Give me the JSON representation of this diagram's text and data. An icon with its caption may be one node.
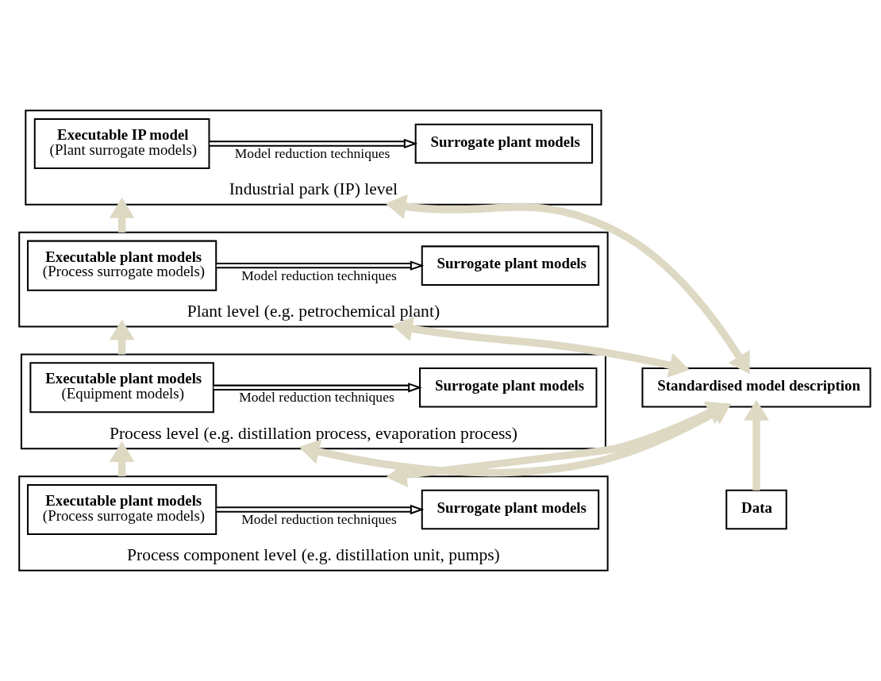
{
  "diagram": {
    "nodes": [
      {
        "text": [
          "Industrial park (IP) level"
        ]
      },
      {
        "text": [
          "Executable IP model",
          "(Plant surrogate models)"
        ],
        "in": 0
      },
      {
        "text": [
          "Surrogate plant models"
        ],
        "in": 0
      },
      {
        "text": [
          "Plant level (e.g. petrochemical plant)"
        ]
      },
      {
        "text": [
          "Executable plant models",
          "(Process surrogate models)"
        ],
        "in": 3
      },
      {
        "text": [
          "Surrogate plant models"
        ],
        "in": 3
      },
      {
        "text": [
          "Process level (e.g. distillation process, evaporation process)"
        ]
      },
      {
        "text": [
          "Executable plant models",
          "(Equipment models)"
        ],
        "in": 6
      },
      {
        "text": [
          "Surrogate plant models"
        ],
        "in": 6
      },
      {
        "text": [
          "Process component level (e.g. distillation unit, pumps)"
        ]
      },
      {
        "text": [
          "Executable plant models",
          "(Process surrogate models)"
        ],
        "in": 9
      },
      {
        "text": [
          "Surrogate plant models"
        ],
        "in": 9
      },
      {
        "text": [
          "Standardised model description"
        ]
      },
      {
        "text": [
          "Data"
        ]
      }
    ],
    "edges": [
      {
        "from": 1,
        "to": 2,
        "arrow": "to",
        "label": "Model reduction techniques",
        "color": "#000000"
      },
      {
        "from": 4,
        "to": 5,
        "arrow": "to",
        "label": "Model reduction techniques",
        "color": "#000000"
      },
      {
        "from": 7,
        "to": 8,
        "arrow": "to",
        "label": "Model reduction techniques",
        "color": "#000000"
      },
      {
        "from": 10,
        "to": 11,
        "arrow": "to",
        "label": "Model reduction techniques",
        "color": "#000000"
      },
      {
        "from": 9,
        "to": 6,
        "arrow": "to"
      },
      {
        "from": 6,
        "to": 3,
        "arrow": "to"
      },
      {
        "from": 3,
        "to": 0,
        "arrow": "to"
      },
      {
        "from": 0,
        "to": 12,
        "arrow": "both"
      },
      {
        "from": 3,
        "to": 12,
        "arrow": "both"
      },
      {
        "from": 6,
        "to": 12,
        "arrow": "both"
      },
      {
        "from": 9,
        "to": 12,
        "arrow": "both"
      },
      {
        "from": 13,
        "to": 12,
        "arrow": "to"
      }
    ]
  }
}
